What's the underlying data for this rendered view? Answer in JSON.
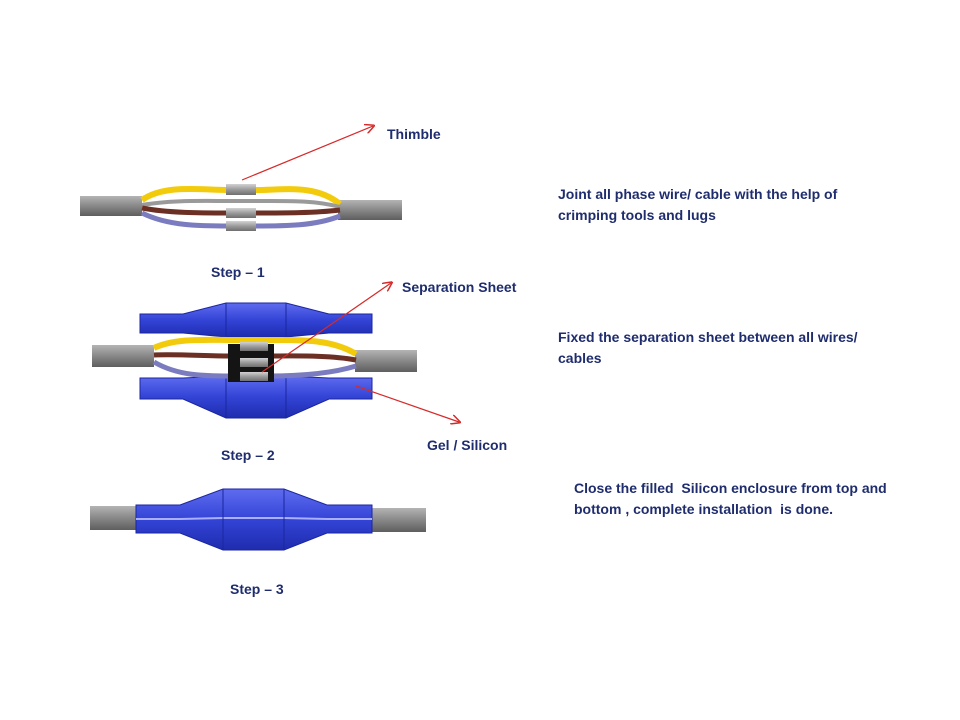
{
  "steps": [
    {
      "label": "Step – 1",
      "description": "Joint all phase wire/ cable with the help of crimping tools and lugs"
    },
    {
      "label": "Step – 2",
      "description": "Fixed the separation sheet between all wires/ cables"
    },
    {
      "label": "Step – 3",
      "description": "Close the filled  Silicon enclosure from top and bottom , complete installation  is done."
    }
  ],
  "callouts": {
    "thimble": "Thimble",
    "separation_sheet": "Separation Sheet",
    "gel_silicon": "Gel / Silicon"
  },
  "colors": {
    "text": "#1f2d6e",
    "arrow": "#d62a2a",
    "cable": "#8a8a8a",
    "wire_yellow": "#f2cc0c",
    "wire_brown": "#6b2f24",
    "wire_lilac": "#7b7bbf",
    "enclosure_blue": "#3344d6"
  }
}
